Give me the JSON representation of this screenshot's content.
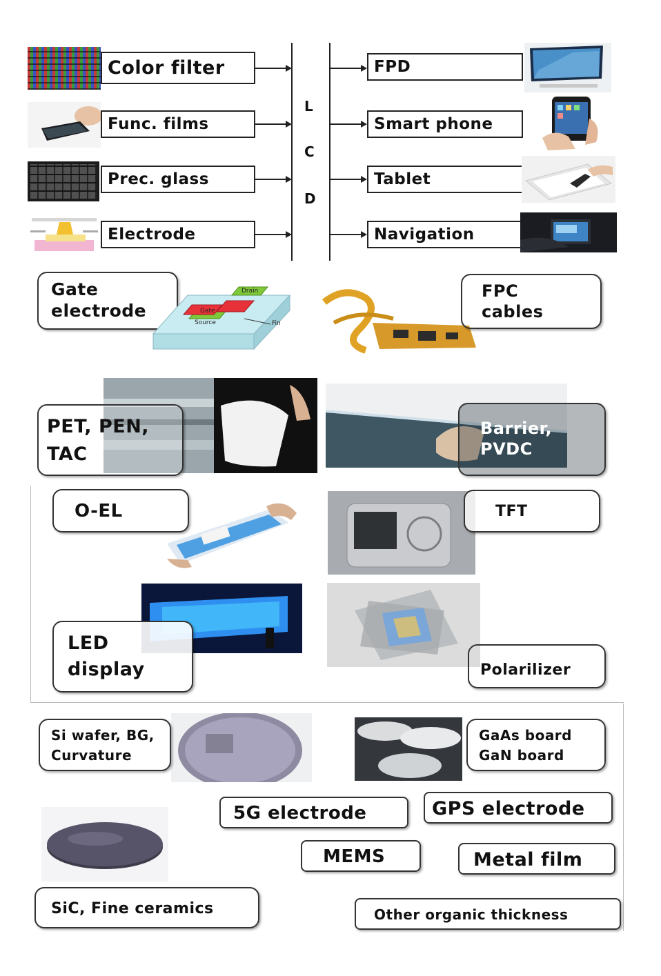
{
  "lcd": {
    "letters": [
      "L",
      "C",
      "D"
    ],
    "inputs": [
      "Color filter",
      "Func. films",
      "Prec. glass",
      "Electrode"
    ],
    "outputs": [
      "FPD",
      "Smart phone",
      "Tablet",
      "Navigation"
    ]
  },
  "labels": {
    "gate_electrode": [
      "Gate",
      "electrode"
    ],
    "fpc_cables": [
      "FPC",
      "cables"
    ],
    "pet_pen_tac": [
      "PET, PEN,",
      "TAC"
    ],
    "barrier_pvdc": [
      "Barrier,",
      "PVDC"
    ],
    "oel": "O-EL",
    "tft": "TFT",
    "led_display": [
      "LED",
      "display"
    ],
    "polarilizer": "Polarilizer",
    "si_wafer": [
      "Si wafer, BG,",
      "Curvature"
    ],
    "gaas_gan": [
      "GaAs board",
      "GaN board"
    ],
    "electrode_5g": "5G electrode",
    "gps_electrode": "GPS electrode",
    "mems": "MEMS",
    "metal_film": "Metal film",
    "sic": "SiC, Fine ceramics",
    "other": "Other organic thickness"
  },
  "diagram_text": {
    "gate": "Gate",
    "drain": "Drain",
    "source": "Source",
    "fin": "Fin"
  },
  "colors": {
    "gate_red": "#e8323a",
    "drain_green": "#7ec83a",
    "substrate": "#c8ecf2",
    "fpc_gold": "#e0a224",
    "led_blue": "#2f8ff0"
  }
}
